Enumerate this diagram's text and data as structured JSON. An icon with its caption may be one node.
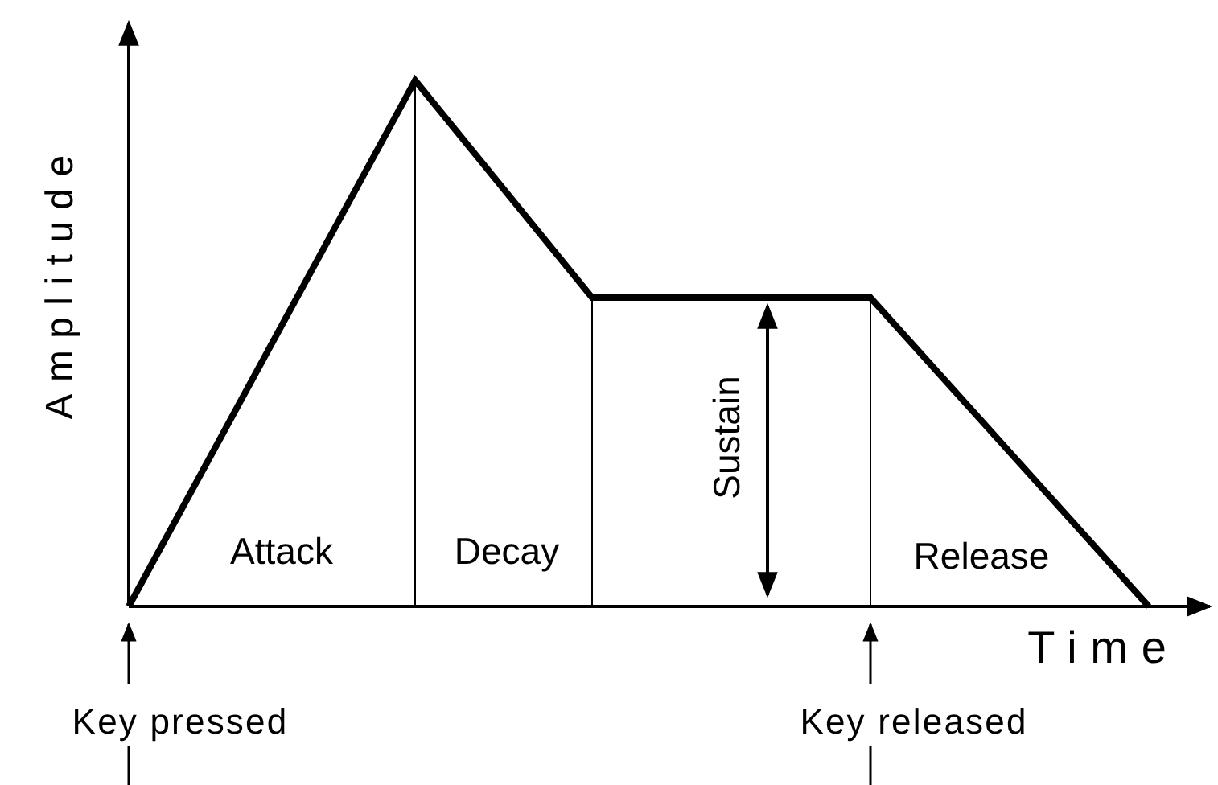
{
  "diagram": {
    "labels": [
      "Amplitude",
      "Attack",
      "Decay",
      "Sustain",
      "Release",
      "Time",
      "Key pressed",
      "Key released"
    ]
  }
}
